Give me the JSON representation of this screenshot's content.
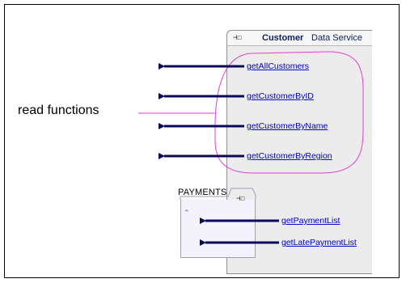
{
  "service": {
    "name": "Customer",
    "kind": "Data Service",
    "icon": "data-service-icon"
  },
  "read_functions": [
    "getAllCustomers",
    "getCustomerByID",
    "getCustomerByName",
    "getCustomerByRegion"
  ],
  "payments": {
    "label": "PAYMENTS",
    "icon": "data-service-icon",
    "chevron_icon": "collapse-chevron-icon",
    "functions": [
      "getPaymentList",
      "getLatePaymentList"
    ]
  },
  "annotation": {
    "text": "read functions",
    "highlight_color": "#e040d0"
  },
  "colors": {
    "arrow": "#0a0a5a",
    "link": "#0000cc"
  }
}
